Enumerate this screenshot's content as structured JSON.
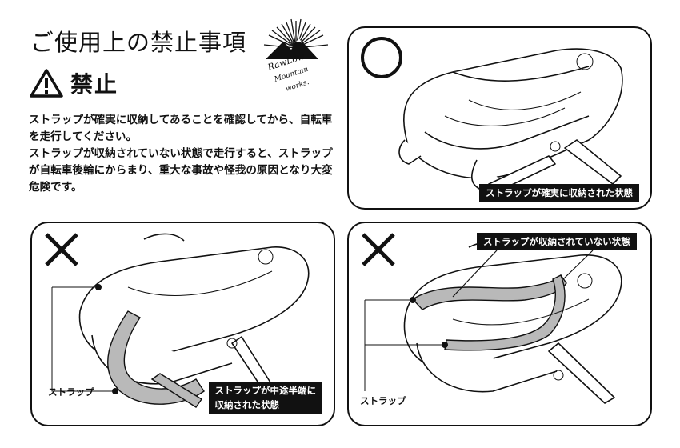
{
  "header": {
    "title": "ご使用上の禁止事項",
    "warning_label": "禁止",
    "logo_text": [
      "RawLow",
      "Mountain",
      "works."
    ]
  },
  "body_text": {
    "paragraph1": "ストラップが確実に収納してあることを確認してから、自転車を走行してください。",
    "paragraph2": "ストラップが収納されていない状態で走行すると、ストラップが自転車後輪にからまり、重大な事故や怪我の原因となり大変危険です。"
  },
  "panels": [
    {
      "mark": "circle",
      "caption_lines": [
        "ストラップが確実に収納された状態"
      ],
      "strap_label": ""
    },
    {
      "mark": "cross",
      "caption_lines": [
        "ストラップが中途半端に",
        "収納された状態"
      ],
      "strap_label": "ストラップ"
    },
    {
      "mark": "cross",
      "caption_lines": [
        "ストラップが収納されていない状態"
      ],
      "strap_label": "ストラップ"
    }
  ],
  "colors": {
    "ink": "#111111",
    "strap_fill": "#b9b9b9",
    "caption_bg": "#111111"
  }
}
